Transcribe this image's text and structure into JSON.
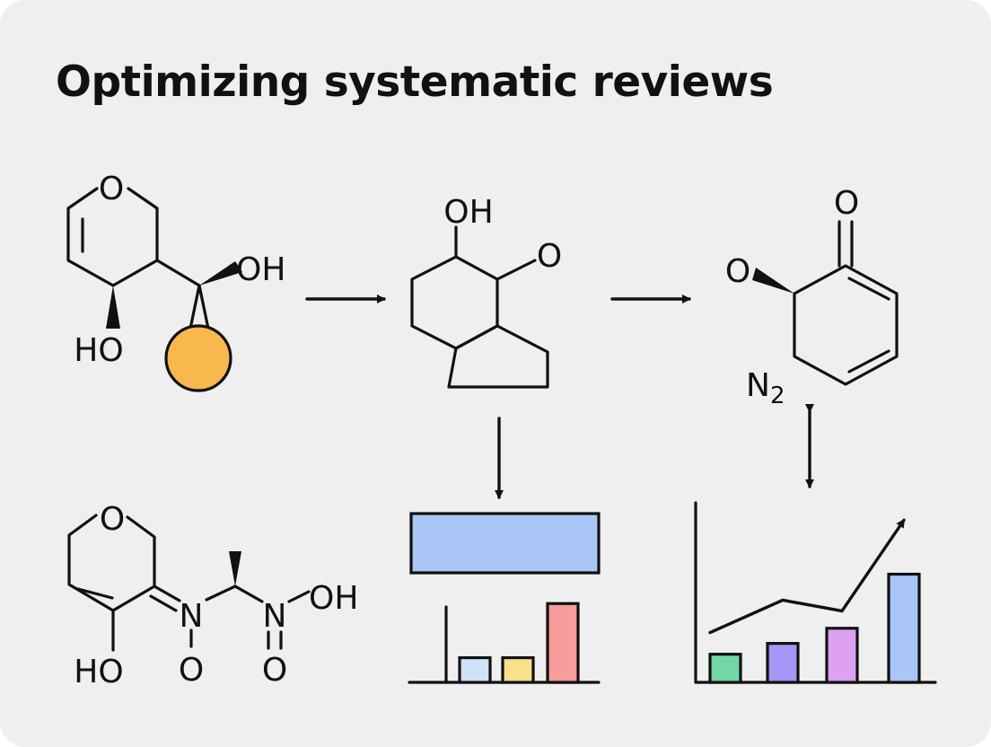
{
  "title": "Optimizing systematic reviews",
  "molecule_1": {
    "labels": {
      "ring_oxygen": "O",
      "hydroxyl_top": "OH",
      "hydroxyl_bottom": "HO"
    },
    "substituent_color": "#f8b84e"
  },
  "molecule_2": {
    "labels": {
      "hydroxyl": "OH",
      "oxygen": "O"
    },
    "fill_color": "#74d7a6"
  },
  "molecule_3": {
    "labels": {
      "carbonyl_oxygen": "O",
      "oxygen": "O",
      "nitrogen": "N",
      "nitrogen_subscript": "2"
    }
  },
  "molecule_4": {
    "labels": {
      "ring_oxygen": "O",
      "hydroxyl_bottom": "HO",
      "nitrogen_1": "N",
      "oxide_1": "O",
      "nitrogen_2": "N",
      "oxide_2": "O",
      "hydroxyl_right": "OH"
    }
  },
  "banner_color": "#a9c6f7",
  "chart_data": [
    {
      "type": "bar",
      "categories": [
        "",
        "",
        ""
      ],
      "values": [
        1,
        1,
        3.2
      ],
      "colors": [
        "#cfe2f8",
        "#f9e08a",
        "#f79b9b"
      ],
      "ylim": [
        0,
        3.5
      ]
    },
    {
      "type": "bar",
      "categories": [
        "",
        "",
        "",
        ""
      ],
      "values": [
        1.3,
        1.8,
        2.5,
        5
      ],
      "colors": [
        "#74d7a6",
        "#a696f5",
        "#dea0f0",
        "#a9c6f7"
      ],
      "trend_line": [
        2.3,
        3.8,
        3.3,
        7.5
      ],
      "ylim": [
        0,
        8.3
      ]
    }
  ]
}
